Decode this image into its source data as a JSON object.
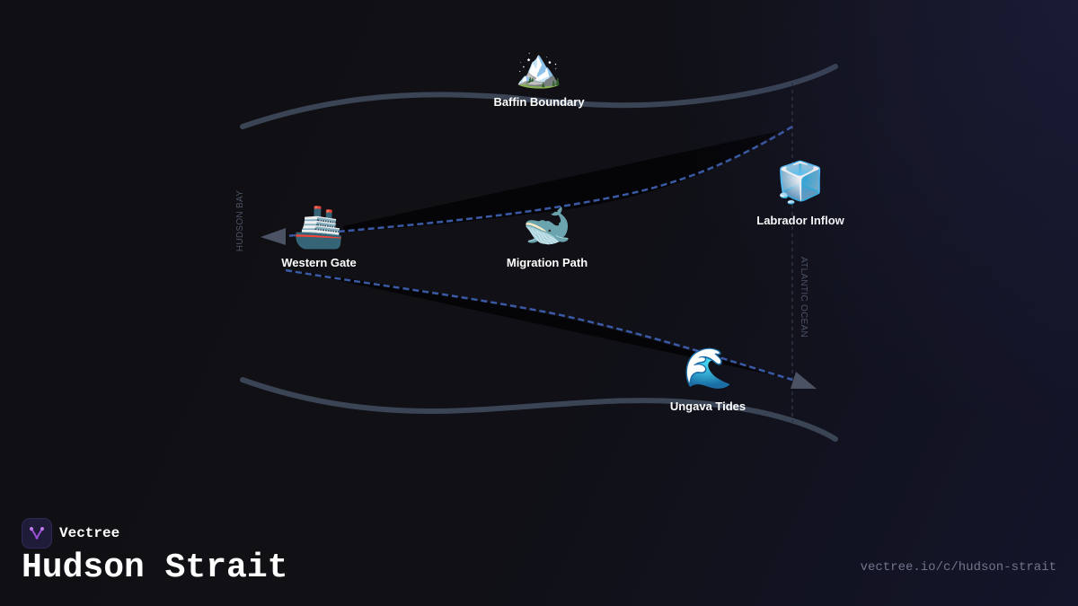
{
  "brand": {
    "name": "Vectree",
    "logo_icon": "vectree-logo-icon"
  },
  "page": {
    "title": "Hudson Strait",
    "url": "vectree.io/c/hudson-strait"
  },
  "colors": {
    "background": "#0f0f14",
    "shoreline": "#3a4454",
    "route": "#3b5aa6",
    "arrow": "#4a5264",
    "boundary_text": "#4b5365",
    "logo": "#9b4fd6"
  },
  "nodes": [
    {
      "id": "baffin",
      "label": "Baffin Boundary",
      "emoji": "🏔️",
      "icon": "mountain-icon"
    },
    {
      "id": "western",
      "label": "Western Gate",
      "emoji": "🚢",
      "icon": "ship-icon"
    },
    {
      "id": "migration",
      "label": "Migration Path",
      "emoji": "🐋",
      "icon": "whale-icon"
    },
    {
      "id": "labrador",
      "label": "Labrador Inflow",
      "emoji": "🧊",
      "icon": "ice-cube-icon"
    },
    {
      "id": "ungava",
      "label": "Ungava Tides",
      "emoji": "🌊",
      "icon": "wave-icon"
    }
  ],
  "edges": {
    "hudson_bay": "HUDSON BAY",
    "atlantic_ocean": "ATLANTIC OCEAN"
  }
}
